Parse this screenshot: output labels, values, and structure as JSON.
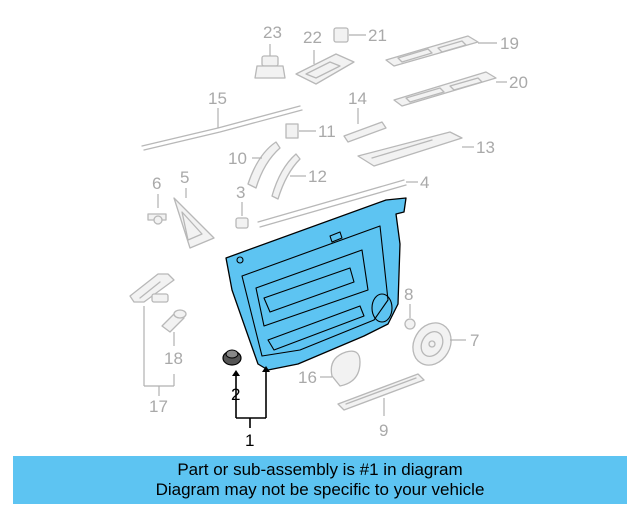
{
  "banner": {
    "line1": "Part or sub-assembly is #1 in diagram",
    "line2": "Diagram may not be specific to your vehicle"
  },
  "callouts": {
    "n1": "1",
    "n2": "2",
    "n3": "3",
    "n4": "4",
    "n5": "5",
    "n6": "6",
    "n7": "7",
    "n8": "8",
    "n9": "9",
    "n10": "10",
    "n11": "11",
    "n12": "12",
    "n13": "13",
    "n14": "14",
    "n15": "15",
    "n16": "16",
    "n17": "17",
    "n18": "18",
    "n19": "19",
    "n20": "20",
    "n21": "21",
    "n22": "22",
    "n23": "23"
  },
  "colors": {
    "highlight": "#5dc4f2",
    "part_outline": "#b8b8b8"
  }
}
